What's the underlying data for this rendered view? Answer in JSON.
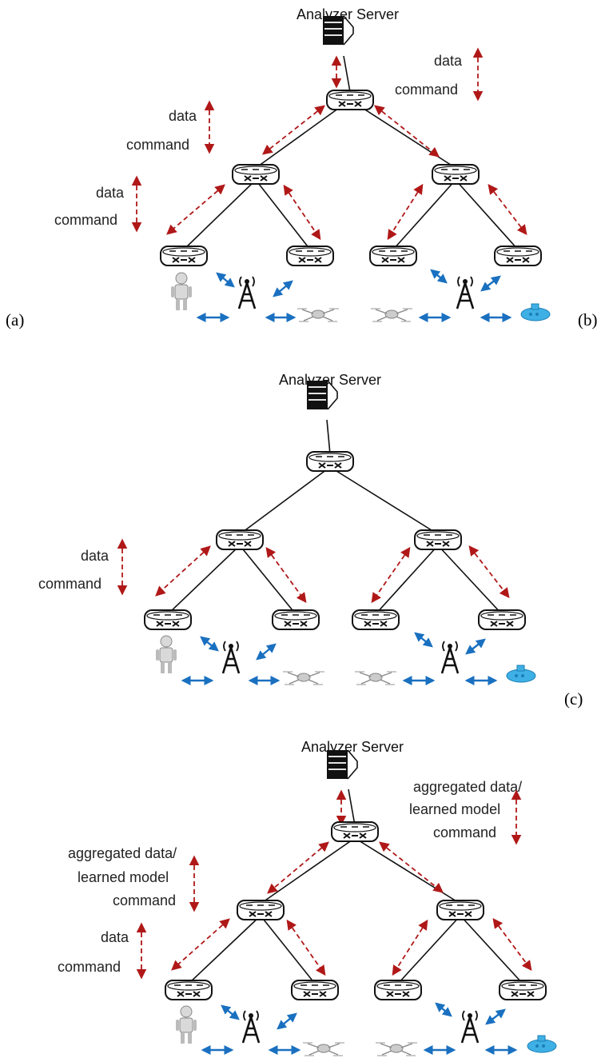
{
  "colors": {
    "red_arrow": "#b01818",
    "blue_arrow": "#1a70c0",
    "line": "#111111",
    "robot_body": "#d9d9d9",
    "submarine": "#3fb0e6"
  },
  "icons": [
    "server-icon",
    "router-icon",
    "cell-tower-icon",
    "robot-icon",
    "drone-icon",
    "submarine-icon"
  ],
  "panels": [
    {
      "tags": [
        "(a)",
        "(b)"
      ],
      "server_label": "Analyzer Server",
      "labels": {
        "right_top": [
          "data",
          "command"
        ],
        "left_upper": [
          "data",
          "command"
        ],
        "left_lower": [
          "data",
          "command"
        ]
      }
    },
    {
      "tags": [
        "(c)"
      ],
      "server_label": "Analyzer Server",
      "labels": {
        "left_lower": [
          "data",
          "command"
        ]
      }
    },
    {
      "tags": [],
      "server_label": "Analyzer Server",
      "labels": {
        "right_top": [
          "aggregated data/",
          "learned model",
          "command"
        ],
        "left_upper": [
          "aggregated data/",
          "learned model",
          "command"
        ],
        "left_lower": [
          "data",
          "command"
        ]
      }
    }
  ]
}
